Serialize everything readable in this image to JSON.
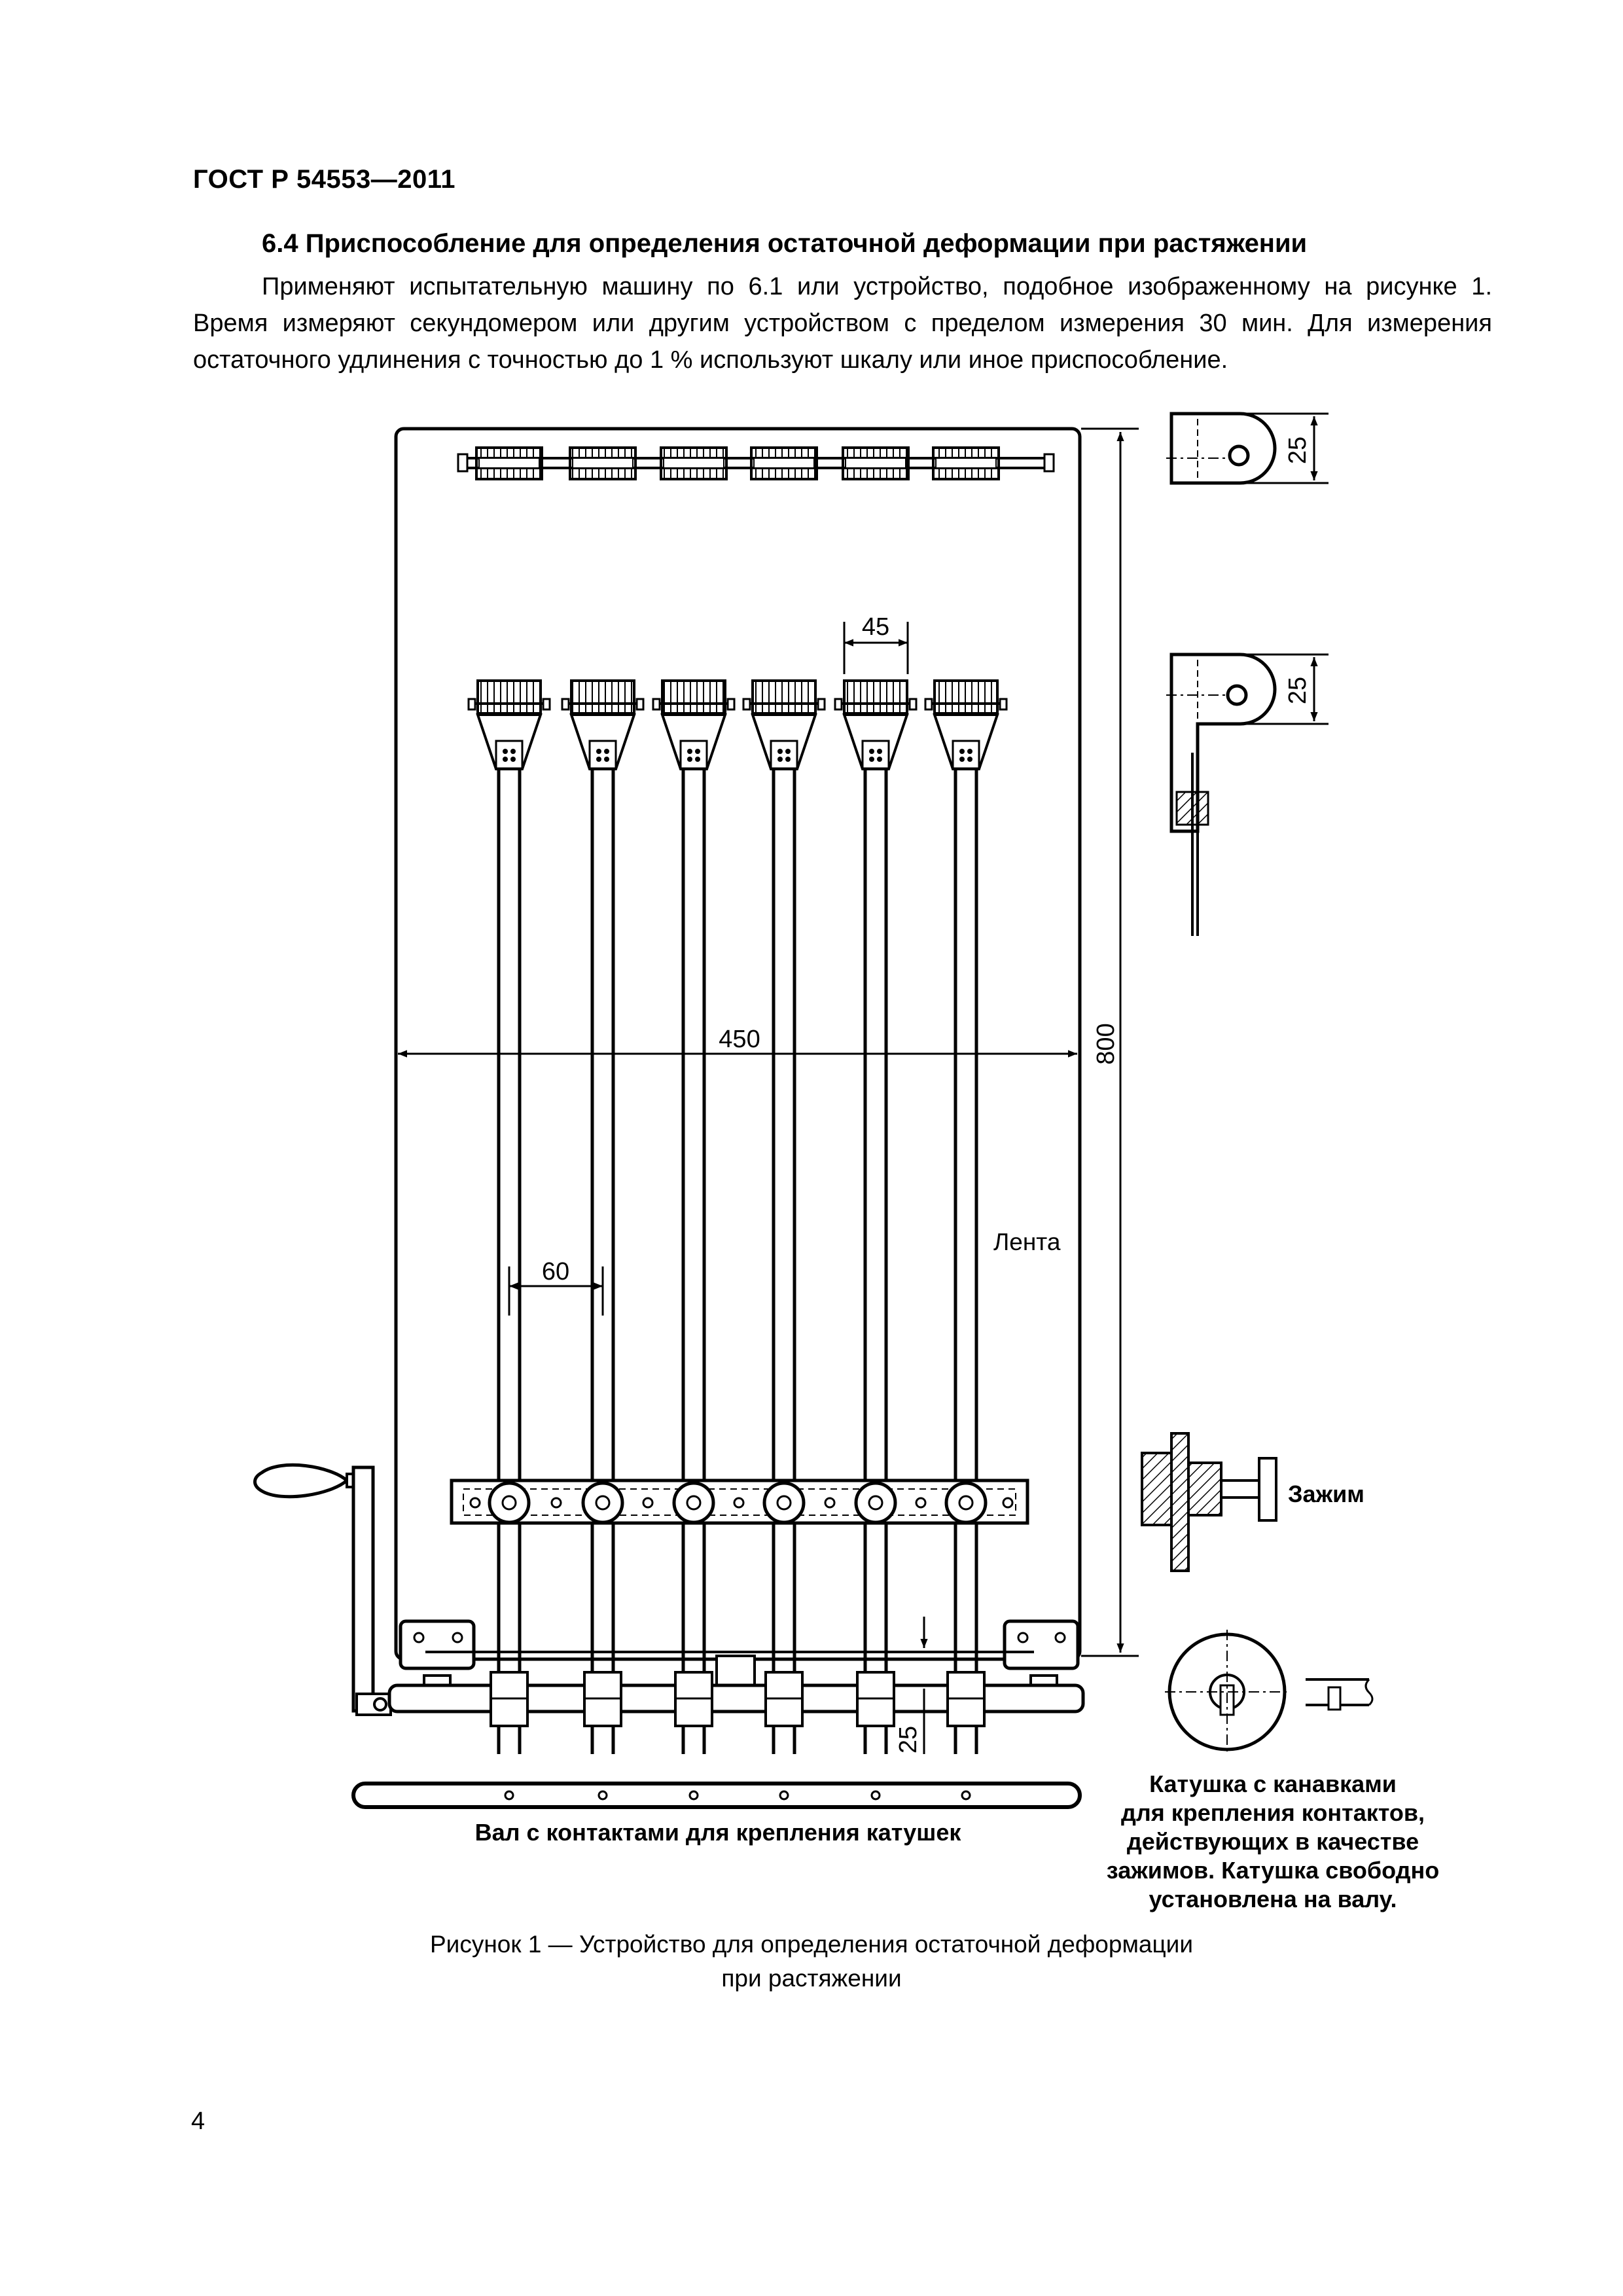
{
  "header": {
    "doc_id": "ГОСТ Р 54553—2011"
  },
  "section": {
    "title": "6.4  Приспособление для определения остаточной деформации при растяжении"
  },
  "body": {
    "paragraph": "Применяют испытательную машину по 6.1 или устройство, подобное изображенному на рисунке 1. Время измеряют секундомером или другим устройством с пределом измерения 30 мин. Для измерения остаточного удлинения с точностью до 1 % используют шкалу или иное приспособление."
  },
  "figure": {
    "dims": {
      "roll_pitch": "45",
      "width": "450",
      "height": "800",
      "strip_pitch": "60",
      "spool_offset": "25",
      "side_top": "25",
      "side_mid": "25"
    },
    "labels": {
      "tape": "Лента",
      "clamp": "Зажим",
      "shaft": "Вал с контактами для крепления катушек",
      "spool": [
        "Катушка с канавками",
        "для крепления контактов,",
        "действующих в качестве",
        "зажимов. Катушка свободно",
        "установлена на валу."
      ]
    }
  },
  "caption": {
    "line1": "Рисунок  1 — Устройство для определения остаточной деформации",
    "line2": "при растяжении"
  },
  "page": {
    "number": "4"
  }
}
